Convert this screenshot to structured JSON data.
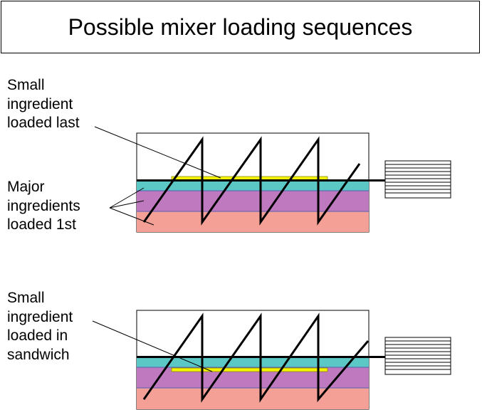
{
  "title": "Possible mixer loading sequences",
  "panel_top": {
    "label_small": [
      "Small",
      "ingredient",
      "loaded last"
    ],
    "label_major": [
      "Major",
      "ingredients",
      "loaded 1st"
    ]
  },
  "panel_bottom": {
    "label_small": [
      "Small",
      "ingredient",
      "loaded in",
      "sandwich"
    ]
  },
  "colors": {
    "layer_top": "#5bc8c5",
    "layer_middle": "#bf7abf",
    "layer_bottom": "#f5a097",
    "small_ingredient": "#f5f500",
    "mixer_outline": "#000000"
  }
}
